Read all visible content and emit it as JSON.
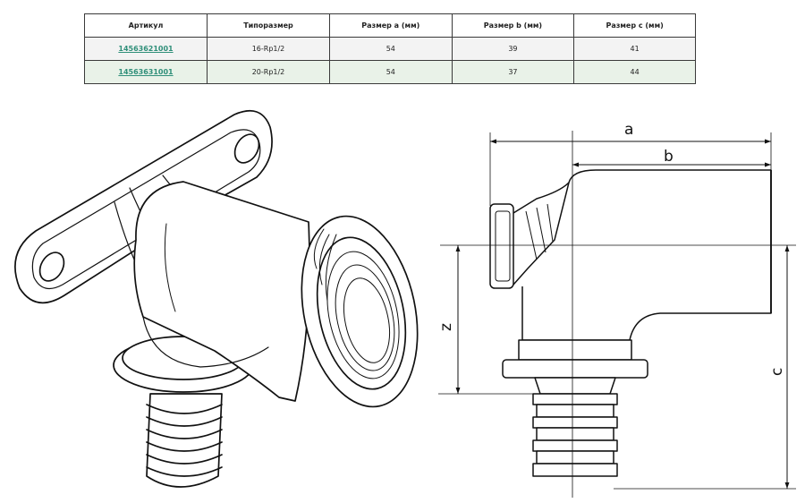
{
  "table": {
    "headers": [
      "Артикул",
      "Типоразмер",
      "Размер а (мм)",
      "Размер b (мм)",
      "Размер c (мм)"
    ],
    "rows": [
      {
        "article": "14563621001",
        "size": "16-Rp1/2",
        "a": "54",
        "b": "39",
        "c": "41"
      },
      {
        "article": "14563631001",
        "size": "20-Rp1/2",
        "a": "54",
        "b": "37",
        "c": "44"
      }
    ]
  },
  "drawing": {
    "dim_a": "a",
    "dim_b": "b",
    "dim_z": "z",
    "dim_c": "c"
  }
}
